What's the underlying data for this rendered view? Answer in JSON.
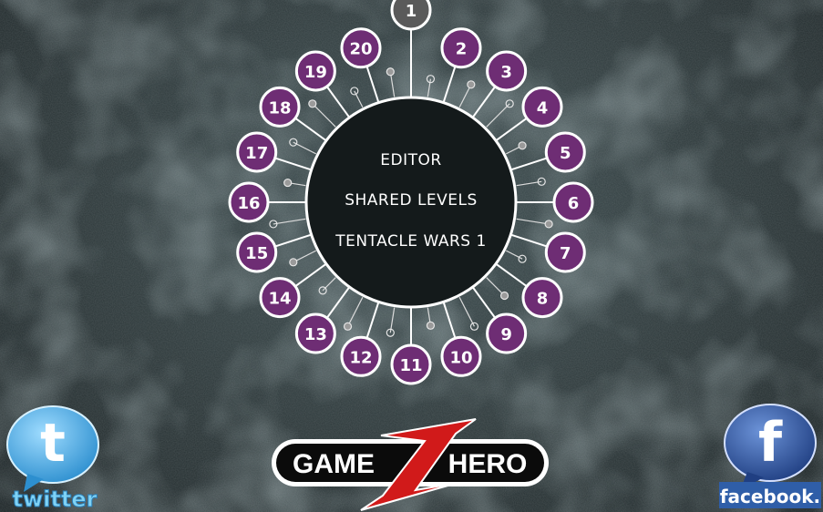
{
  "menu": {
    "editor": "EDITOR",
    "shared_levels": "SHARED LEVELS",
    "tentacle_wars": "TENTACLE WARS 1"
  },
  "levels": [
    {
      "label": "1",
      "state": "current"
    },
    {
      "label": "2",
      "state": "unlocked"
    },
    {
      "label": "3",
      "state": "unlocked"
    },
    {
      "label": "4",
      "state": "unlocked"
    },
    {
      "label": "5",
      "state": "unlocked"
    },
    {
      "label": "6",
      "state": "unlocked"
    },
    {
      "label": "7",
      "state": "unlocked"
    },
    {
      "label": "8",
      "state": "unlocked"
    },
    {
      "label": "9",
      "state": "unlocked"
    },
    {
      "label": "10",
      "state": "unlocked"
    },
    {
      "label": "11",
      "state": "unlocked"
    },
    {
      "label": "12",
      "state": "unlocked"
    },
    {
      "label": "13",
      "state": "unlocked"
    },
    {
      "label": "14",
      "state": "unlocked"
    },
    {
      "label": "15",
      "state": "unlocked"
    },
    {
      "label": "16",
      "state": "unlocked"
    },
    {
      "label": "17",
      "state": "unlocked"
    },
    {
      "label": "18",
      "state": "unlocked"
    },
    {
      "label": "19",
      "state": "unlocked"
    },
    {
      "label": "20",
      "state": "unlocked"
    }
  ],
  "brand": {
    "left_word": "GAME",
    "right_word": "HERO",
    "mark": "Z"
  },
  "social": {
    "twitter_word": "twitter",
    "twitter_glyph": "t",
    "facebook_word": "facebook.",
    "facebook_glyph": "f"
  },
  "colors": {
    "level_fill": "#6e2d74",
    "current_fill": "#5a5a5a",
    "ring": "#ffffff",
    "twitter_blue": "#4ab3e6",
    "facebook_blue": "#2f5ea8",
    "brand_red": "#d11a1a"
  }
}
